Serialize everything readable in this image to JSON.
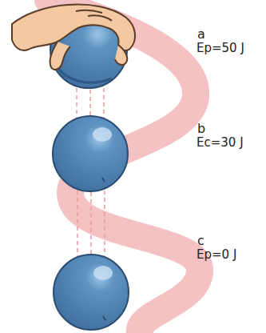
{
  "diagram": {
    "labels": [
      "a",
      "Ep=50 J",
      "b",
      "Ec=30 J",
      "c",
      "Ep=0 J"
    ]
  }
}
